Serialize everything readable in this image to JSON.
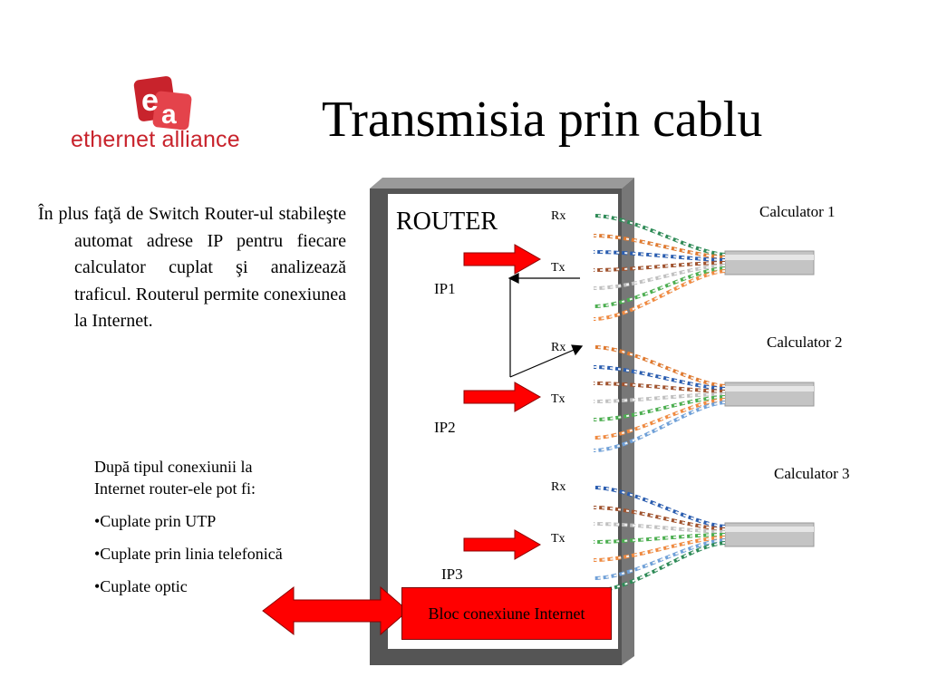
{
  "logo": {
    "mark_letters": "ea",
    "text": "ethernet alliance"
  },
  "slide": {
    "title": "Transmisia prin cablu",
    "intro_text": "În plus faţă de Switch Router-ul stabileşte automat adrese IP pentru fiecare calculator cuplat şi analizează traficul. Routerul permite conexiunea la Internet.",
    "connection_intro": "După tipul conexiunii la Internet router-ele pot fi:",
    "connection_types": [
      "•Cuplate prin UTP",
      "•Cuplate prin linia telefonică",
      "•Cuplate optic"
    ]
  },
  "diagram": {
    "router_label": "ROUTER",
    "ports": [
      {
        "ip": "IP1",
        "rx": "Rx",
        "tx": "Tx",
        "computer": "Calculator 1"
      },
      {
        "ip": "IP2",
        "rx": "Rx",
        "tx": "Tx",
        "computer": "Calculator 2"
      },
      {
        "ip": "IP3",
        "rx": "Rx",
        "tx": "Tx",
        "computer": "Calculator 3"
      }
    ],
    "internet_block": "Bloc conexiune Internet"
  },
  "colors": {
    "logo_red": "#c8232c",
    "arrow_red": "#ff0000",
    "router_frame": "#555555",
    "cable_gray": "#bfbfbf"
  }
}
